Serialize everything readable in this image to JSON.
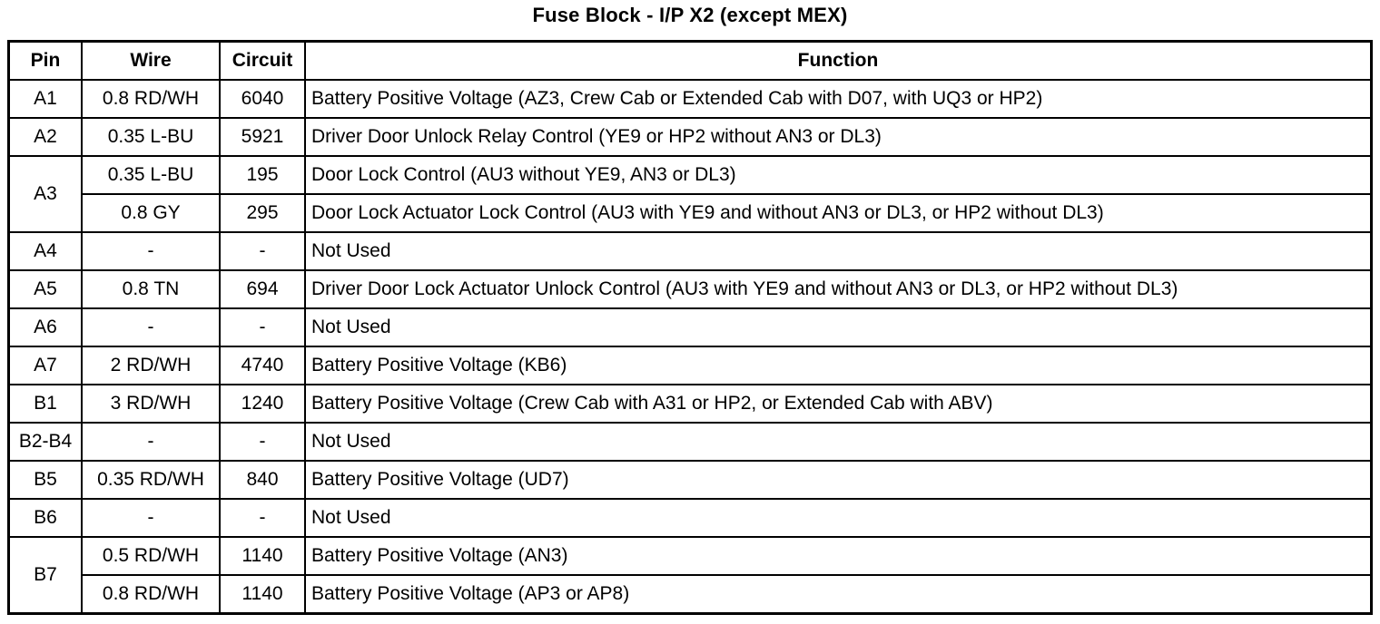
{
  "title": "Fuse Block - I/P X2 (except MEX)",
  "table": {
    "headers": [
      "Pin",
      "Wire",
      "Circuit",
      "Function"
    ],
    "rows": [
      {
        "pin": "A1",
        "subrows": [
          {
            "wire": "0.8 RD/WH",
            "circuit": "6040",
            "func": "Battery Positive Voltage (AZ3, Crew Cab or Extended Cab with D07, with UQ3 or HP2)"
          }
        ]
      },
      {
        "pin": "A2",
        "subrows": [
          {
            "wire": "0.35 L-BU",
            "circuit": "5921",
            "func": "Driver Door Unlock Relay Control (YE9 or HP2 without AN3 or DL3)"
          }
        ]
      },
      {
        "pin": "A3",
        "subrows": [
          {
            "wire": "0.35 L-BU",
            "circuit": "195",
            "func": "Door Lock Control (AU3 without YE9, AN3 or DL3)"
          },
          {
            "wire": "0.8 GY",
            "circuit": "295",
            "func": "Door Lock Actuator Lock Control (AU3 with YE9 and without AN3 or DL3, or HP2 without DL3)"
          }
        ]
      },
      {
        "pin": "A4",
        "subrows": [
          {
            "wire": "-",
            "circuit": "-",
            "func": "Not Used"
          }
        ]
      },
      {
        "pin": "A5",
        "subrows": [
          {
            "wire": "0.8 TN",
            "circuit": "694",
            "func": "Driver Door Lock Actuator Unlock Control (AU3 with YE9 and without AN3 or DL3, or HP2 without DL3)"
          }
        ]
      },
      {
        "pin": "A6",
        "subrows": [
          {
            "wire": "-",
            "circuit": "-",
            "func": "Not Used"
          }
        ]
      },
      {
        "pin": "A7",
        "subrows": [
          {
            "wire": "2 RD/WH",
            "circuit": "4740",
            "func": "Battery Positive Voltage (KB6)"
          }
        ]
      },
      {
        "pin": "B1",
        "subrows": [
          {
            "wire": "3 RD/WH",
            "circuit": "1240",
            "func": "Battery Positive Voltage (Crew Cab with A31 or HP2, or Extended Cab with ABV)"
          }
        ]
      },
      {
        "pin": "B2-B4",
        "subrows": [
          {
            "wire": "-",
            "circuit": "-",
            "func": "Not Used"
          }
        ]
      },
      {
        "pin": "B5",
        "subrows": [
          {
            "wire": "0.35 RD/WH",
            "circuit": "840",
            "func": "Battery Positive Voltage (UD7)"
          }
        ]
      },
      {
        "pin": "B6",
        "subrows": [
          {
            "wire": "-",
            "circuit": "-",
            "func": "Not Used"
          }
        ]
      },
      {
        "pin": "B7",
        "subrows": [
          {
            "wire": "0.5 RD/WH",
            "circuit": "1140",
            "func": "Battery Positive Voltage (AN3)"
          },
          {
            "wire": "0.8 RD/WH",
            "circuit": "1140",
            "func": "Battery Positive Voltage (AP3 or AP8)"
          }
        ]
      }
    ]
  }
}
